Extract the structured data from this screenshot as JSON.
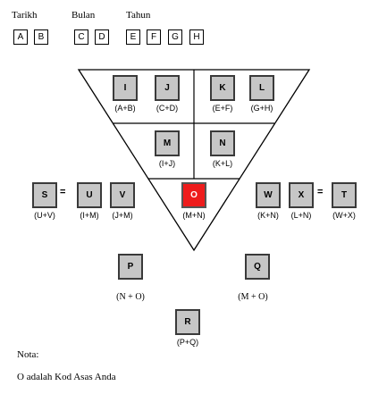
{
  "header": {
    "tarikh": "Tarikh",
    "bulan": "Bulan",
    "tahun": "Tahun"
  },
  "inputs": [
    "A",
    "B",
    "C",
    "D",
    "E",
    "F",
    "G",
    "H"
  ],
  "cells": {
    "I": "I",
    "J": "J",
    "K": "K",
    "L": "L",
    "M": "M",
    "N": "N",
    "O": "O",
    "S": "S",
    "U": "U",
    "V": "V",
    "W": "W",
    "X": "X",
    "T": "T",
    "P": "P",
    "Q": "Q",
    "R": "R"
  },
  "formulas": {
    "I": "(A+B)",
    "J": "(C+D)",
    "K": "(E+F)",
    "L": "(G+H)",
    "M": "(I+J)",
    "N": "(K+L)",
    "O": "(M+N)",
    "S": "(U+V)",
    "U": "(I+M)",
    "V": "(J+M)",
    "W": "(K+N)",
    "X": "(L+N)",
    "T": "(W+X)",
    "P": "(N + O)",
    "Q": "(M + O)",
    "R": "(P+Q)"
  },
  "equals": "=",
  "note": {
    "title": "Nota:",
    "text": "O adalah Kod Asas Anda"
  },
  "colors": {
    "highlight": "#ee1c1c",
    "cell": "#c6c6c6"
  }
}
